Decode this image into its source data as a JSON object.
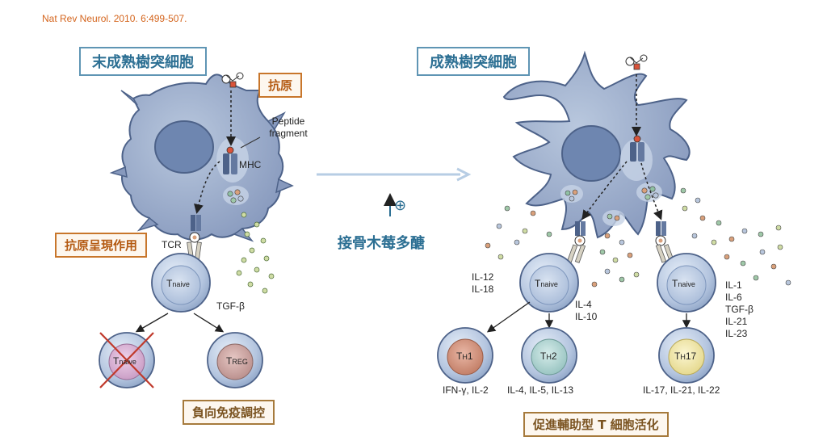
{
  "citation": "Nat Rev Neurol. 2010. 6:499-507.",
  "left": {
    "title": "末成熟樹突細胞",
    "antigen_label": "抗原",
    "peptide_label_1": "Peptide",
    "peptide_label_2": "fragment",
    "mhc_label": "MHC",
    "presentation_label": "抗原呈現作用",
    "tcr_label": "TCR",
    "tnaive_T": "T",
    "tnaive_sub": "naive",
    "tgf_label": "TGF-β",
    "crossed_cell_T": "T",
    "crossed_cell_sub": "naive",
    "treg_T": "T",
    "treg_sub": "REG",
    "negative_regulation_label": "負向免疫調控"
  },
  "middle": {
    "stimulus_symbol": "⊕",
    "stimulus_label": "接骨木莓多醣"
  },
  "right": {
    "title": "成熟樹突細胞",
    "tnaive_left_T": "T",
    "tnaive_left_sub": "naive",
    "tnaive_right_T": "T",
    "tnaive_right_sub": "naive",
    "il12": "IL-12",
    "il18": "IL-18",
    "il4": "IL-4",
    "il10": "IL-10",
    "cytokines_right": [
      "IL-1",
      "IL-6",
      "TGF-β",
      "IL-21",
      "IL-23"
    ],
    "th1_T": "T",
    "th1_sub": "H",
    "th1_num": "1",
    "th2_T": "T",
    "th2_sub": "H",
    "th2_num": "2",
    "th17_T": "T",
    "th17_sub": "H",
    "th17_num": "17",
    "th1_products": "IFN-γ, IL-2",
    "th2_products": "IL-4, IL-5, IL-13",
    "th17_products": "IL-17, IL-21, IL-22",
    "helper_activation_label": "促進輔助型 T 細胞活化"
  },
  "colors": {
    "cell_fill": "#9fb2cf",
    "cell_stroke": "#4d6289",
    "nucleus_fill": "#7a91b8",
    "tcell_fill": "#c3d1e7",
    "title_border": "#5f95b4",
    "label_border": "#c8762b",
    "arrow_blue": "#b7cde4",
    "cross_red": "#c0392b"
  }
}
